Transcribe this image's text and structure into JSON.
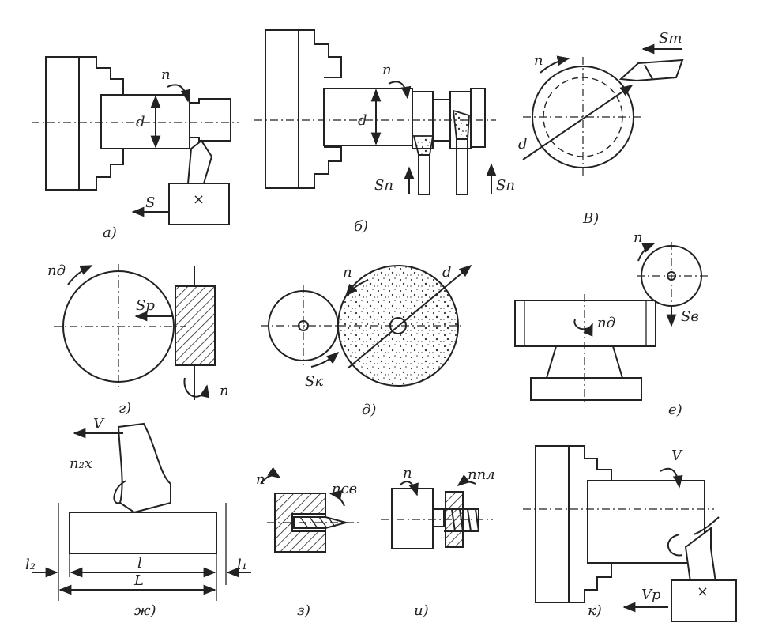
{
  "labels": {
    "a": {
      "caption": "а)",
      "n": "n",
      "d": "d",
      "s": "S"
    },
    "b": {
      "caption": "б)",
      "n": "n",
      "d": "d",
      "sp1": "Sп",
      "sp2": "Sп"
    },
    "v": {
      "caption": "В)",
      "n": "n",
      "d": "d",
      "st": "Sт"
    },
    "g": {
      "caption": "г)",
      "nd": "nд",
      "sr": "Sр",
      "n": "п"
    },
    "dd": {
      "caption": "д)",
      "n": "n",
      "d": "d",
      "sk": "Sк"
    },
    "e": {
      "caption": "е)",
      "n": "n",
      "nd": "nд",
      "sv": "Sв"
    },
    "zh": {
      "caption": "ж)",
      "v": "V",
      "n2x": "n₂х",
      "l": "l",
      "L": "L",
      "l1": "l₁",
      "l2": "l₂"
    },
    "z": {
      "caption": "з)",
      "n": "n",
      "nsv": "nсв"
    },
    "i": {
      "caption": "и)",
      "n": "n",
      "npl": "nпл"
    },
    "k": {
      "caption": "к)",
      "v": "V",
      "vr": "Vр"
    }
  }
}
